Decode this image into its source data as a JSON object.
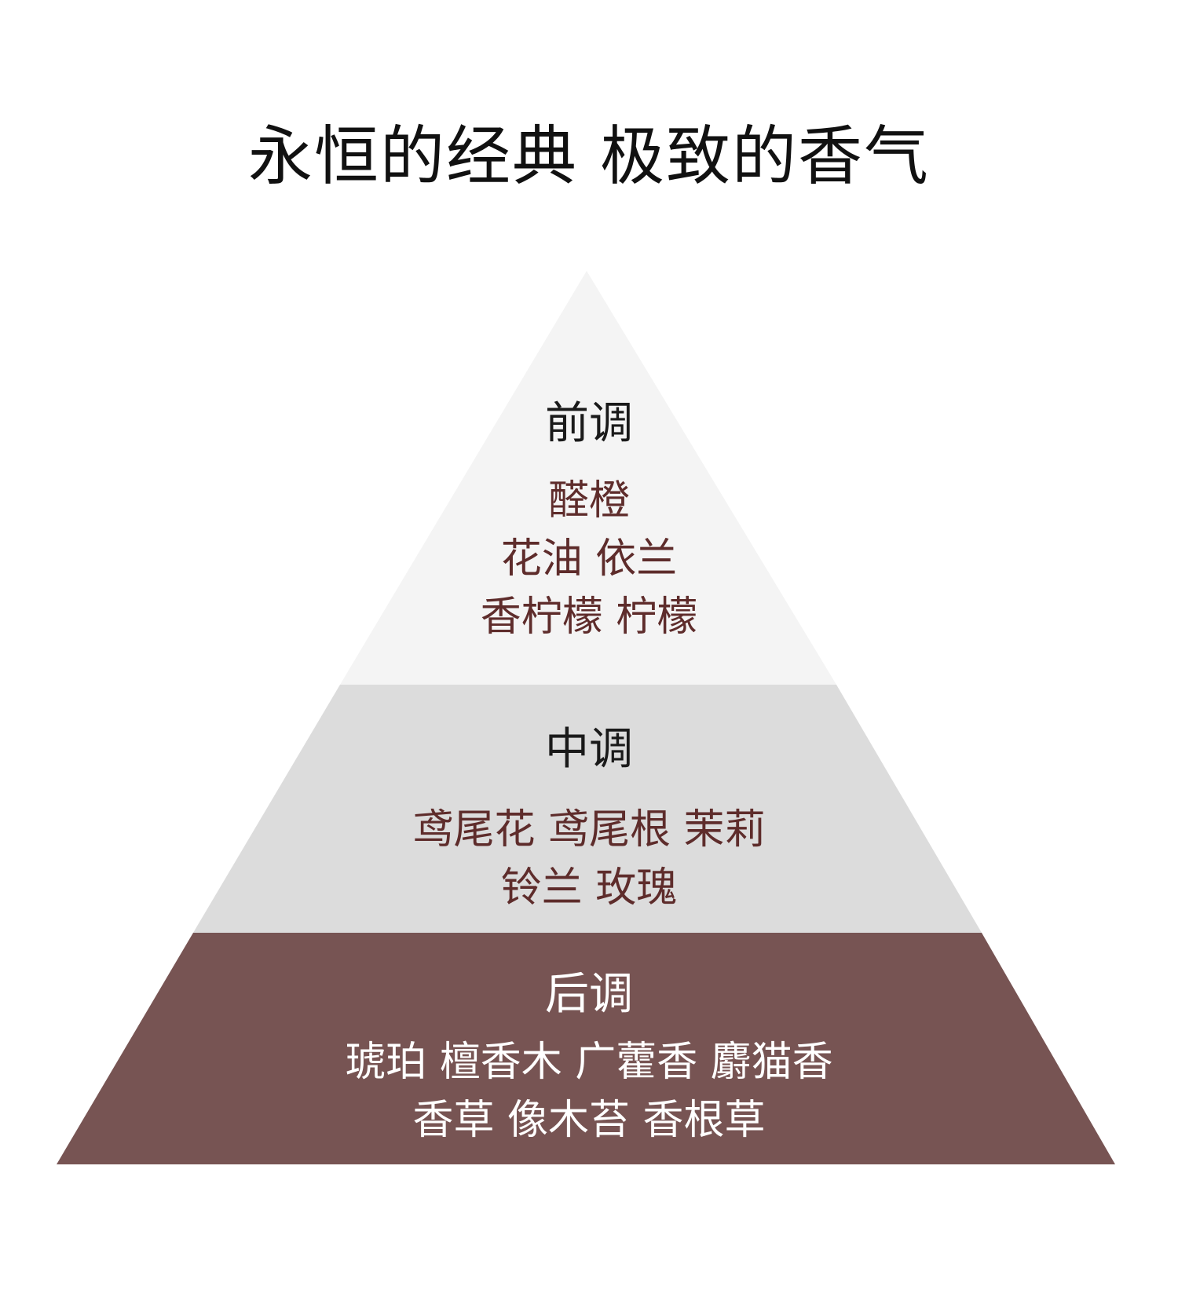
{
  "title": "永恒的经典 极致的香气",
  "colors": {
    "top_tier": "#f4f4f4",
    "middle_tier": "#dcdcdc",
    "base_tier": "#775453",
    "accent_text": "#5e2c2b"
  },
  "pyramid": {
    "top": {
      "heading": "前调",
      "notes": [
        "醛橙",
        "花油 依兰",
        "香柠檬 柠檬"
      ]
    },
    "middle": {
      "heading": "中调",
      "notes": [
        "鸢尾花 鸢尾根 茉莉",
        "铃兰  玫瑰"
      ]
    },
    "base": {
      "heading": "后调",
      "notes": [
        "琥珀 檀香木 广藿香 麝猫香",
        "香草 像木苔 香根草"
      ]
    }
  }
}
